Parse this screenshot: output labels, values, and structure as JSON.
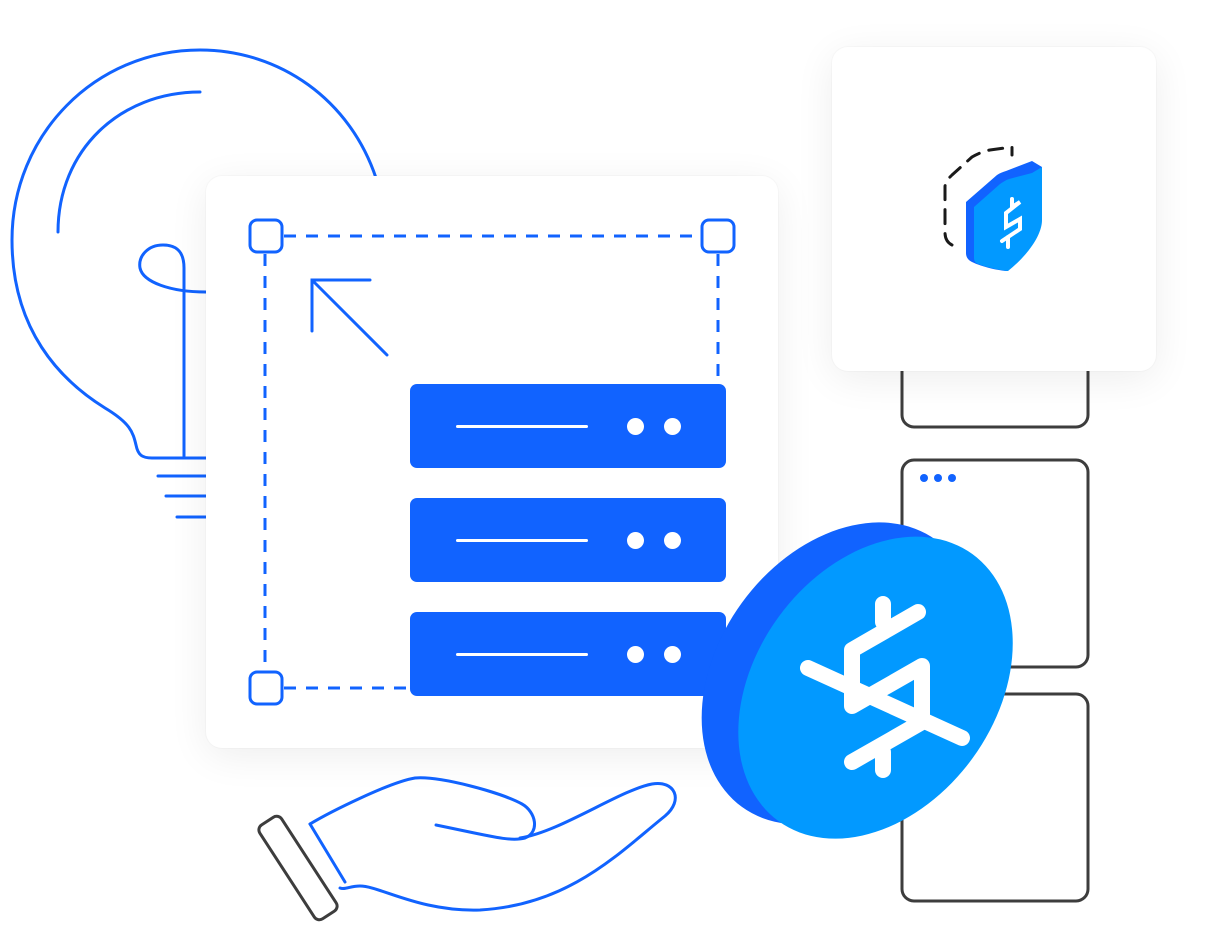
{
  "illustration": {
    "alt": "Secure cloud server cost illustration",
    "colors": {
      "primary_blue": "#1163ff",
      "light_blue": "#0299ff",
      "outline_dark": "#3d3d3d",
      "card_bg": "#ffffff"
    },
    "elements": {
      "lightbulb": "lightbulb-outline-icon",
      "selection_frame": "dashed-selection-frame",
      "cursor_arrow": "arrow-up-left-icon",
      "servers": [
        {
          "id": 1,
          "icon": "server-rack-icon",
          "leds": 2
        },
        {
          "id": 2,
          "icon": "server-rack-icon",
          "leds": 2
        },
        {
          "id": 3,
          "icon": "server-rack-icon",
          "leds": 2
        }
      ],
      "shield_card": "shield-dollar-icon",
      "window_boxes": [
        {
          "id": 1,
          "has_dots": false
        },
        {
          "id": 2,
          "has_dots": true,
          "dots": 3
        },
        {
          "id": 3,
          "has_dots": false
        }
      ],
      "coin": "dollar-coin-icon",
      "hand": "open-hand-icon"
    }
  }
}
